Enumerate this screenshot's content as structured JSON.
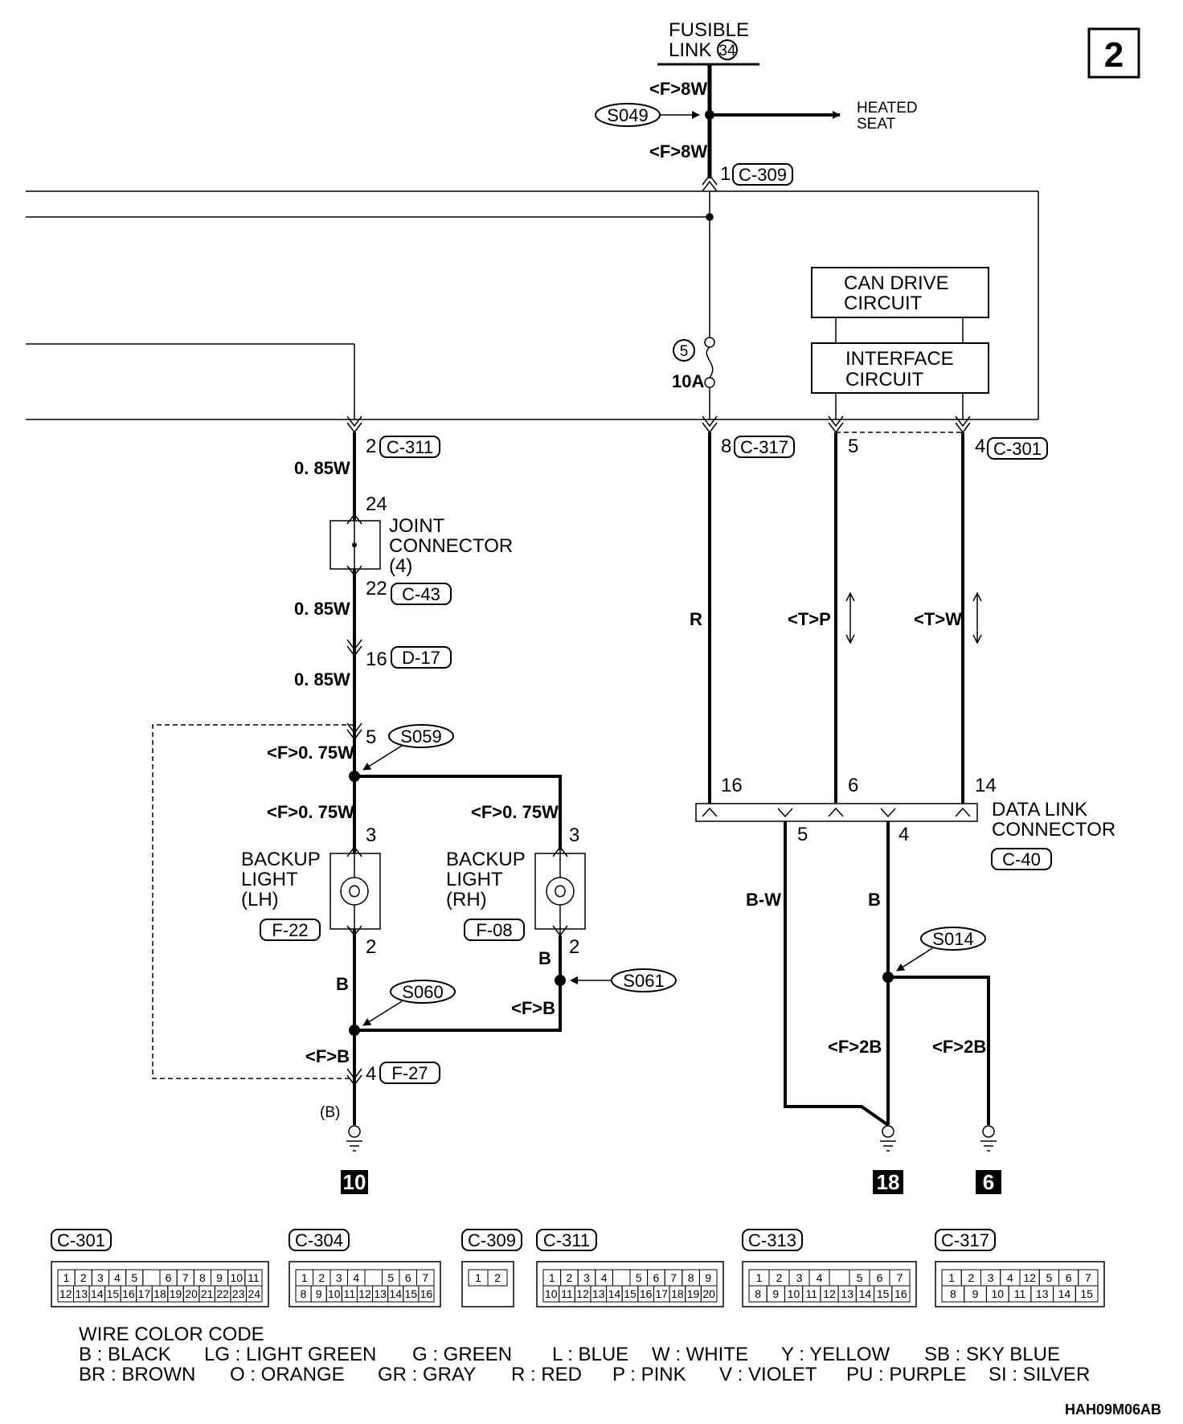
{
  "page_number": "2",
  "fusible_link": {
    "line1": "FUSIBLE",
    "line2": "LINK",
    "num": "34"
  },
  "wires": {
    "top_upper": "<F>8W",
    "top_lower": "<F>8W",
    "lh_1": "0. 85W",
    "lh_2": "0. 85W",
    "lh_3": "0. 85W",
    "lh_4": "<F>0. 75W",
    "lh_5": "<F>0. 75W",
    "rh_1": "<F>0. 75W",
    "lh_b": "B",
    "rh_b": "B",
    "rh_fb": "<F>B",
    "ground_fb": "<F>B",
    "ground_paren": "(B)",
    "red": "R",
    "pink": "<T>P",
    "white": "<T>W",
    "bw": "B-W",
    "dl_b": "B",
    "f2b_1": "<F>2B",
    "f2b_2": "<F>2B"
  },
  "splices": [
    "S049",
    "S059",
    "S060",
    "S061",
    "S014"
  ],
  "heated_seat": {
    "line1": "HEATED",
    "line2": "SEAT"
  },
  "fuse": {
    "num": "5",
    "rating": "10A"
  },
  "connectors": {
    "c309": "C-309",
    "c311": "C-311",
    "c43": "C-43",
    "d17": "D-17",
    "c317": "C-317",
    "c301": "C-301",
    "c40": "C-40",
    "f22": "F-22",
    "f08": "F-08",
    "f27": "F-27"
  },
  "pins": {
    "p_c309": "1",
    "p_c311": "2",
    "p_jc_top": "24",
    "p_jc_bot": "22",
    "p_d17": "16",
    "p_s059": "5",
    "p_lh_top": "3",
    "p_lh_bot": "2",
    "p_rh_top": "3",
    "p_rh_bot": "2",
    "p_f27": "4",
    "p_c317": "8",
    "p_p": "5",
    "p_c301": "4",
    "p_dl16": "16",
    "p_dl6": "6",
    "p_dl14": "14",
    "p_dl5": "5",
    "p_dl4": "4"
  },
  "blocks": {
    "can_line1": "CAN DRIVE",
    "can_line2": "CIRCUIT",
    "if_line1": "INTERFACE",
    "if_line2": "CIRCUIT"
  },
  "joint": {
    "line1": "JOINT",
    "line2": "CONNECTOR",
    "line3": "(4)"
  },
  "backup_lh": {
    "line1": "BACKUP",
    "line2": "LIGHT",
    "line3": "(LH)"
  },
  "backup_rh": {
    "line1": "BACKUP",
    "line2": "LIGHT",
    "line3": "(RH)"
  },
  "dlc": {
    "line1": "DATA LINK",
    "line2": "CONNECTOR"
  },
  "grounds": [
    "10",
    "18",
    "6"
  ],
  "connector_views": [
    {
      "code": "C-301",
      "row1": [
        "1",
        "2",
        "3",
        "4",
        "5",
        "",
        "6",
        "7",
        "8",
        "9",
        "10",
        "11"
      ],
      "row2": [
        "12",
        "13",
        "14",
        "15",
        "16",
        "17",
        "18",
        "19",
        "20",
        "21",
        "22",
        "23",
        "24"
      ]
    },
    {
      "code": "C-304",
      "row1": [
        "1",
        "2",
        "3",
        "4",
        "",
        "5",
        "6",
        "7"
      ],
      "row2": [
        "8",
        "9",
        "10",
        "11",
        "12",
        "13",
        "14",
        "15",
        "16"
      ]
    },
    {
      "code": "C-309",
      "row1": [
        "1",
        "2"
      ],
      "row2": []
    },
    {
      "code": "C-311",
      "row1": [
        "1",
        "2",
        "3",
        "4",
        "",
        "5",
        "6",
        "7",
        "8",
        "9"
      ],
      "row2": [
        "10",
        "11",
        "12",
        "13",
        "14",
        "15",
        "16",
        "17",
        "18",
        "19",
        "20"
      ]
    },
    {
      "code": "C-313",
      "row1": [
        "1",
        "2",
        "3",
        "4",
        "",
        "5",
        "6",
        "7"
      ],
      "row2": [
        "8",
        "9",
        "10",
        "11",
        "12",
        "13",
        "14",
        "15",
        "16"
      ]
    },
    {
      "code": "C-317",
      "row1": [
        "1",
        "2",
        "3",
        "4",
        "12",
        "5",
        "6",
        "7"
      ],
      "row2": [
        "8",
        "9",
        "10",
        "11",
        "13",
        "14",
        "15"
      ]
    }
  ],
  "wire_color_code": {
    "title": "WIRE COLOR CODE",
    "row1": [
      "B : BLACK",
      "LG : LIGHT GREEN",
      "G : GREEN",
      "L : BLUE",
      "W : WHITE",
      "Y : YELLOW",
      "SB : SKY BLUE"
    ],
    "row2": [
      "BR : BROWN",
      "O : ORANGE",
      "GR : GRAY",
      "R : RED",
      "P : PINK",
      "V : VIOLET",
      "PU : PURPLE",
      "SI : SILVER"
    ]
  },
  "diagram_code": "HAH09M06AB"
}
